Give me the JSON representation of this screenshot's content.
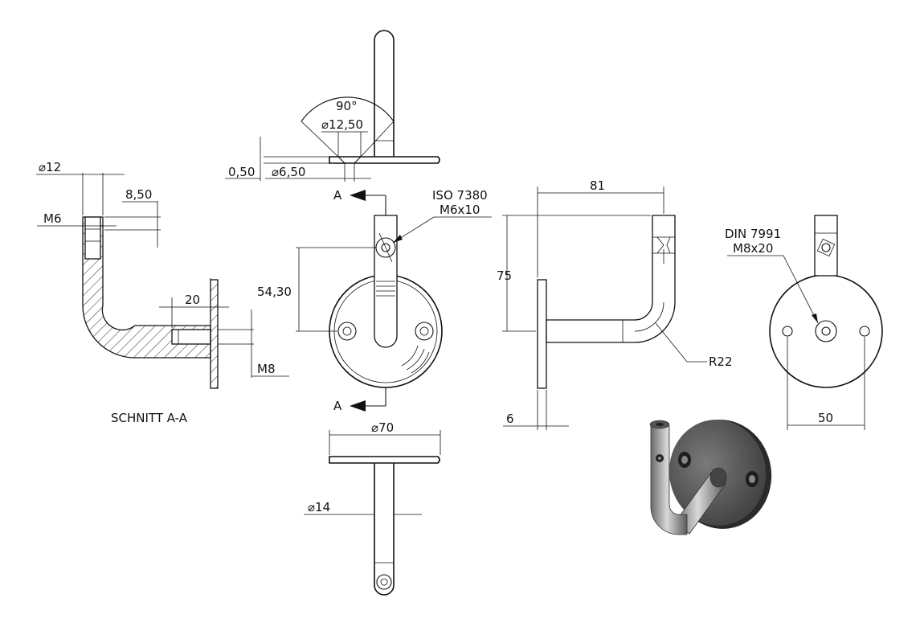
{
  "colors": {
    "line": "#111111",
    "background": "#ffffff",
    "shade_dark": "#4a4a4a",
    "shade_light": "#9a9a9a"
  },
  "labels": {
    "section_title": "SCHNITT A-A",
    "section_marker": "A",
    "screw_iso": "ISO 7380",
    "screw_iso_size": "M6x10",
    "screw_din": "DIN 7991",
    "screw_din_size": "M8x20"
  },
  "dimensions": {
    "angle": "90°",
    "d_12_50": "12,50",
    "d_6_50": "6,50",
    "t_0_50": "0,50",
    "d_12": "12",
    "l_8_50": "8,50",
    "thread_m6": "M6",
    "l_20": "20",
    "thread_m8": "M8",
    "h_54_30": "54,30",
    "d_70": "70",
    "d_14": "14",
    "w_81": "81",
    "h_75": "75",
    "t_6": "6",
    "radius_r22": "R22",
    "spacing_50": "50"
  },
  "symbols": {
    "diameter": "⌀"
  }
}
